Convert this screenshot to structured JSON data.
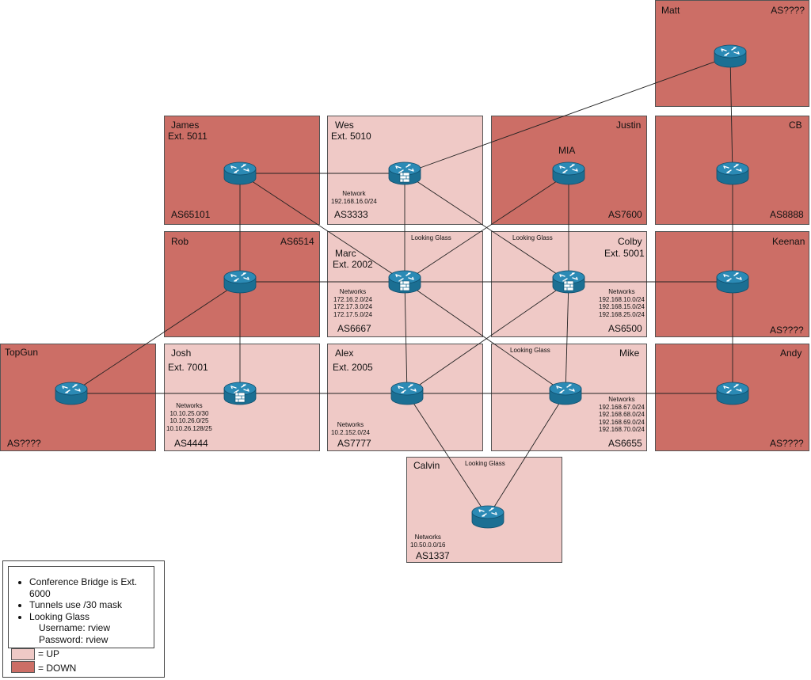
{
  "colors": {
    "up": "#efc9c6",
    "down": "#cc6e66"
  },
  "boxes": [
    {
      "id": "matt",
      "name": "Matt",
      "as": "AS????",
      "status": "down"
    },
    {
      "id": "james",
      "name": "James",
      "ext": "Ext. 5011",
      "as": "AS65101",
      "status": "down"
    },
    {
      "id": "wes",
      "name": "Wes",
      "ext": "Ext. 5010",
      "as": "AS3333",
      "status": "up",
      "networks": "Network\n192.168.16.0/24"
    },
    {
      "id": "justin",
      "name": "Justin",
      "sublabel": "MIA",
      "as": "AS7600",
      "status": "down"
    },
    {
      "id": "cb",
      "name": "CB",
      "as": "AS8888",
      "status": "down"
    },
    {
      "id": "rob",
      "name": "Rob",
      "as": "AS6514",
      "status": "down"
    },
    {
      "id": "marc",
      "name": "Marc",
      "ext": "Ext. 2002",
      "as": "AS6667",
      "status": "up",
      "networks": "Networks\n172.16.2.0/24\n172.17.3.0/24\n172.17.5.0/24"
    },
    {
      "id": "colby",
      "name": "Colby",
      "ext": "Ext. 5001",
      "as": "AS6500",
      "status": "up",
      "networks": "Networks\n192.168.10.0/24\n192.168.15.0/24\n192.168.25.0/24"
    },
    {
      "id": "keenan",
      "name": "Keenan",
      "as": "AS????",
      "status": "down"
    },
    {
      "id": "topgun",
      "name": "TopGun",
      "as": "AS????",
      "status": "down"
    },
    {
      "id": "josh",
      "name": "Josh",
      "ext": "Ext. 7001",
      "as": "AS4444",
      "status": "up",
      "networks": "Networks\n10.10.25.0/30\n10.10.26.0/25\n10.10.26.128/25"
    },
    {
      "id": "alex",
      "name": "Alex",
      "ext": "Ext. 2005",
      "as": "AS7777",
      "status": "up",
      "networks": "Networks\n10.2.152.0/24"
    },
    {
      "id": "mike",
      "name": "Mike",
      "as": "AS6655",
      "status": "up",
      "networks": "Networks\n192.168.67.0/24\n192.168.68.0/24\n192.168.69.0/24\n192.168.70.0/24"
    },
    {
      "id": "andy",
      "name": "Andy",
      "as": "AS????",
      "status": "down"
    },
    {
      "id": "calvin",
      "name": "Calvin",
      "as": "AS1337",
      "status": "up",
      "networks": "Networks\n10.50.0.0/16"
    }
  ],
  "link_labels": [
    "Looking Glass",
    "Looking Glass",
    "Looking Glass",
    "Looking Glass"
  ],
  "routers": [
    {
      "id": "matt",
      "icon": "router-icon"
    },
    {
      "id": "james",
      "icon": "router-icon"
    },
    {
      "id": "wes",
      "icon": "router-firewall-icon"
    },
    {
      "id": "justin",
      "icon": "router-icon"
    },
    {
      "id": "cb",
      "icon": "router-icon"
    },
    {
      "id": "rob",
      "icon": "router-icon"
    },
    {
      "id": "marc",
      "icon": "router-firewall-icon"
    },
    {
      "id": "colby",
      "icon": "router-firewall-icon"
    },
    {
      "id": "keenan",
      "icon": "router-icon"
    },
    {
      "id": "topgun",
      "icon": "router-icon"
    },
    {
      "id": "josh",
      "icon": "router-firewall-icon"
    },
    {
      "id": "alex",
      "icon": "router-icon"
    },
    {
      "id": "mike",
      "icon": "router-icon"
    },
    {
      "id": "andy",
      "icon": "router-icon"
    },
    {
      "id": "calvin",
      "icon": "router-icon"
    }
  ],
  "links": [
    [
      "matt",
      "wes"
    ],
    [
      "matt",
      "cb"
    ],
    [
      "james",
      "wes"
    ],
    [
      "james",
      "rob"
    ],
    [
      "james",
      "marc"
    ],
    [
      "wes",
      "marc"
    ],
    [
      "wes",
      "colby"
    ],
    [
      "justin",
      "marc"
    ],
    [
      "justin",
      "colby"
    ],
    [
      "cb",
      "keenan"
    ],
    [
      "rob",
      "marc"
    ],
    [
      "rob",
      "topgun"
    ],
    [
      "rob",
      "josh"
    ],
    [
      "marc",
      "colby"
    ],
    [
      "marc",
      "alex"
    ],
    [
      "marc",
      "mike"
    ],
    [
      "colby",
      "keenan"
    ],
    [
      "colby",
      "alex"
    ],
    [
      "colby",
      "mike"
    ],
    [
      "keenan",
      "andy"
    ],
    [
      "topgun",
      "josh"
    ],
    [
      "josh",
      "alex"
    ],
    [
      "alex",
      "mike"
    ],
    [
      "alex",
      "calvin"
    ],
    [
      "mike",
      "andy"
    ],
    [
      "mike",
      "calvin"
    ]
  ],
  "legend": {
    "notes": [
      "Conference Bridge is Ext. 6000",
      "Tunnels use /30 mask",
      "Looking Glass"
    ],
    "username": "Username: rview",
    "password": "Password: rview",
    "up_label": "= UP",
    "down_label": "= DOWN"
  }
}
